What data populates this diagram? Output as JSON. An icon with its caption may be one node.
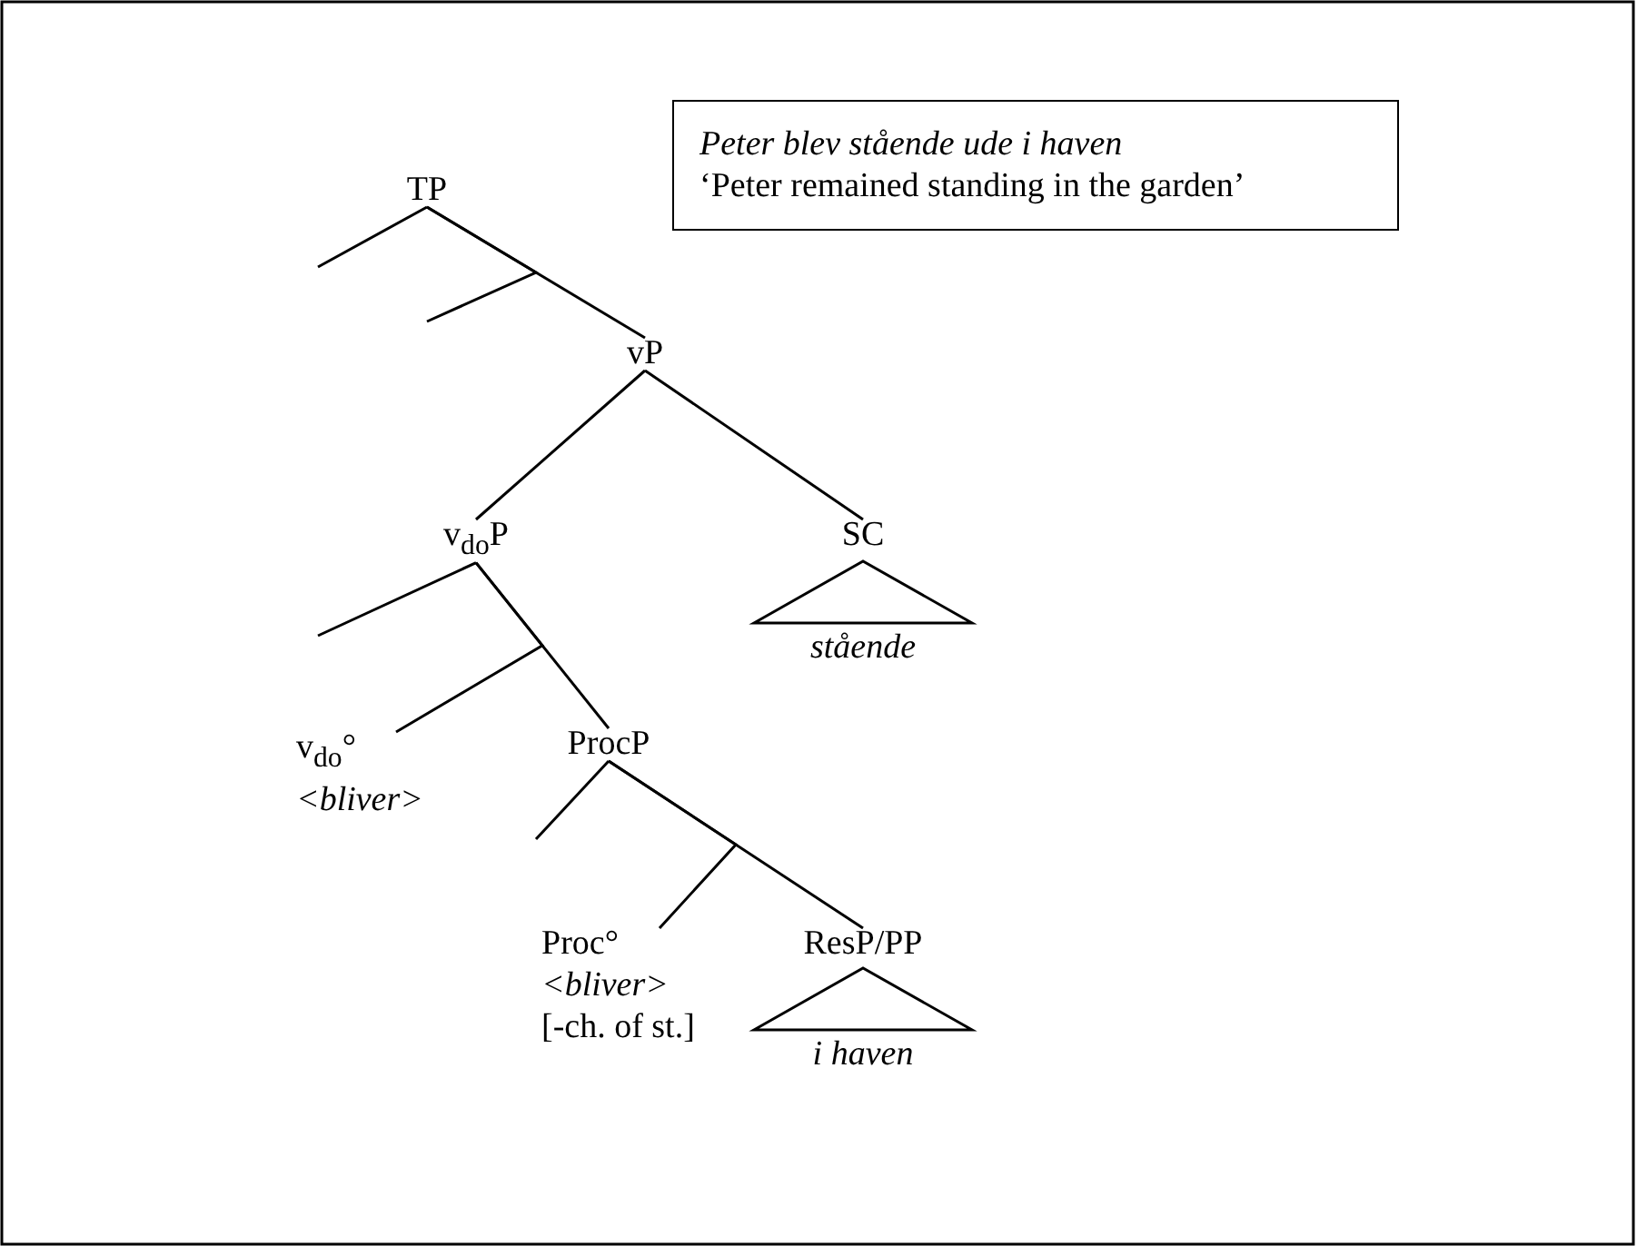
{
  "diagram": {
    "nodes": [
      {
        "text": [
          "TP"
        ]
      },
      {
        "text": [
          "vP"
        ]
      },
      {
        "text": [
          "v$_{do}$P"
        ]
      },
      {
        "text": [
          "SC"
        ]
      },
      {
        "text": [
          "stående"
        ]
      },
      {
        "text": [
          "v$_{do}$°",
          "<bliver>"
        ]
      },
      {
        "text": [
          "ProcP"
        ]
      },
      {
        "text": [
          "Proc°",
          "<bliver>",
          "[-ch. of st.]"
        ]
      },
      {
        "text": [
          "ResP/PP"
        ]
      },
      {
        "text": [
          "i haven"
        ]
      },
      {
        "text": [
          "Peter blev stående ude i haven",
          "‘Peter remained standing in the garden’"
        ]
      }
    ],
    "edges": [
      {
        "from": 0,
        "to": null,
        "arrow": "none"
      },
      {
        "from": 0,
        "to": null,
        "arrow": "none"
      },
      {
        "from": 0,
        "to": 1,
        "arrow": "none"
      },
      {
        "from": 1,
        "to": 2,
        "arrow": "none"
      },
      {
        "from": 1,
        "to": 3,
        "arrow": "none"
      },
      {
        "from": 2,
        "to": null,
        "arrow": "none"
      },
      {
        "from": 2,
        "to": 5,
        "arrow": "none"
      },
      {
        "from": 2,
        "to": 6,
        "arrow": "none"
      },
      {
        "from": 6,
        "to": null,
        "arrow": "none"
      },
      {
        "from": 6,
        "to": 7,
        "arrow": "none"
      },
      {
        "from": 6,
        "to": 8,
        "arrow": "none"
      }
    ]
  }
}
